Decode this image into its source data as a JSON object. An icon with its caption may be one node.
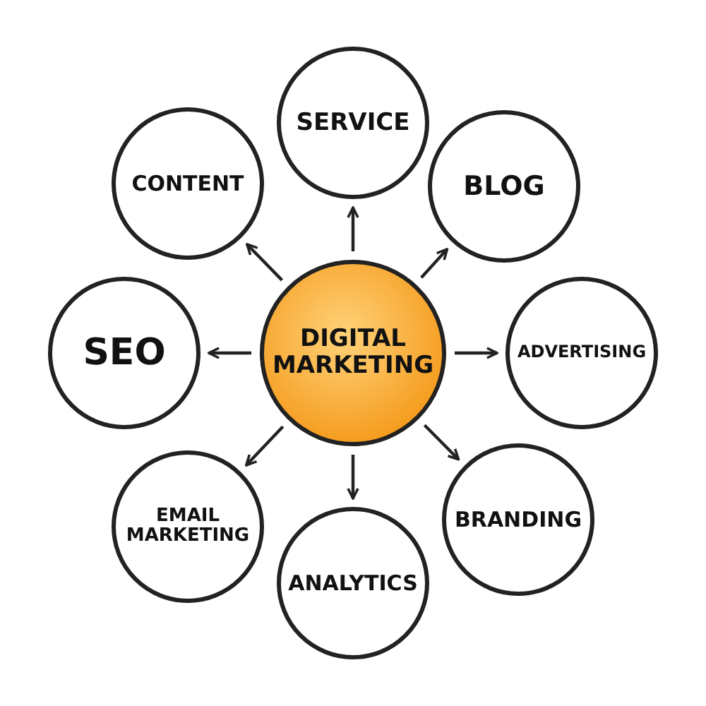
{
  "diagram": {
    "nodes": [
      {
        "text": [
          "DIGITAL MARKETING"
        ]
      },
      {
        "text": [
          "SERVICE"
        ]
      },
      {
        "text": [
          "BLOG"
        ]
      },
      {
        "text": [
          "ADVERTISING"
        ]
      },
      {
        "text": [
          "BRANDING"
        ]
      },
      {
        "text": [
          "ANALYTICS"
        ]
      },
      {
        "text": [
          "EMAIL MARKETING"
        ]
      },
      {
        "text": [
          "SEO"
        ]
      },
      {
        "text": [
          "CONTENT"
        ]
      }
    ],
    "edges": [
      {
        "from": 0,
        "to": 1,
        "arrow": "to"
      },
      {
        "from": 0,
        "to": 2,
        "arrow": "to"
      },
      {
        "from": 0,
        "to": 3,
        "arrow": "to"
      },
      {
        "from": 0,
        "to": 4,
        "arrow": "to"
      },
      {
        "from": 0,
        "to": 5,
        "arrow": "to"
      },
      {
        "from": 0,
        "to": 6,
        "arrow": "to"
      },
      {
        "from": 0,
        "to": 7,
        "arrow": "to"
      },
      {
        "from": 0,
        "to": 8,
        "arrow": "to"
      }
    ]
  }
}
